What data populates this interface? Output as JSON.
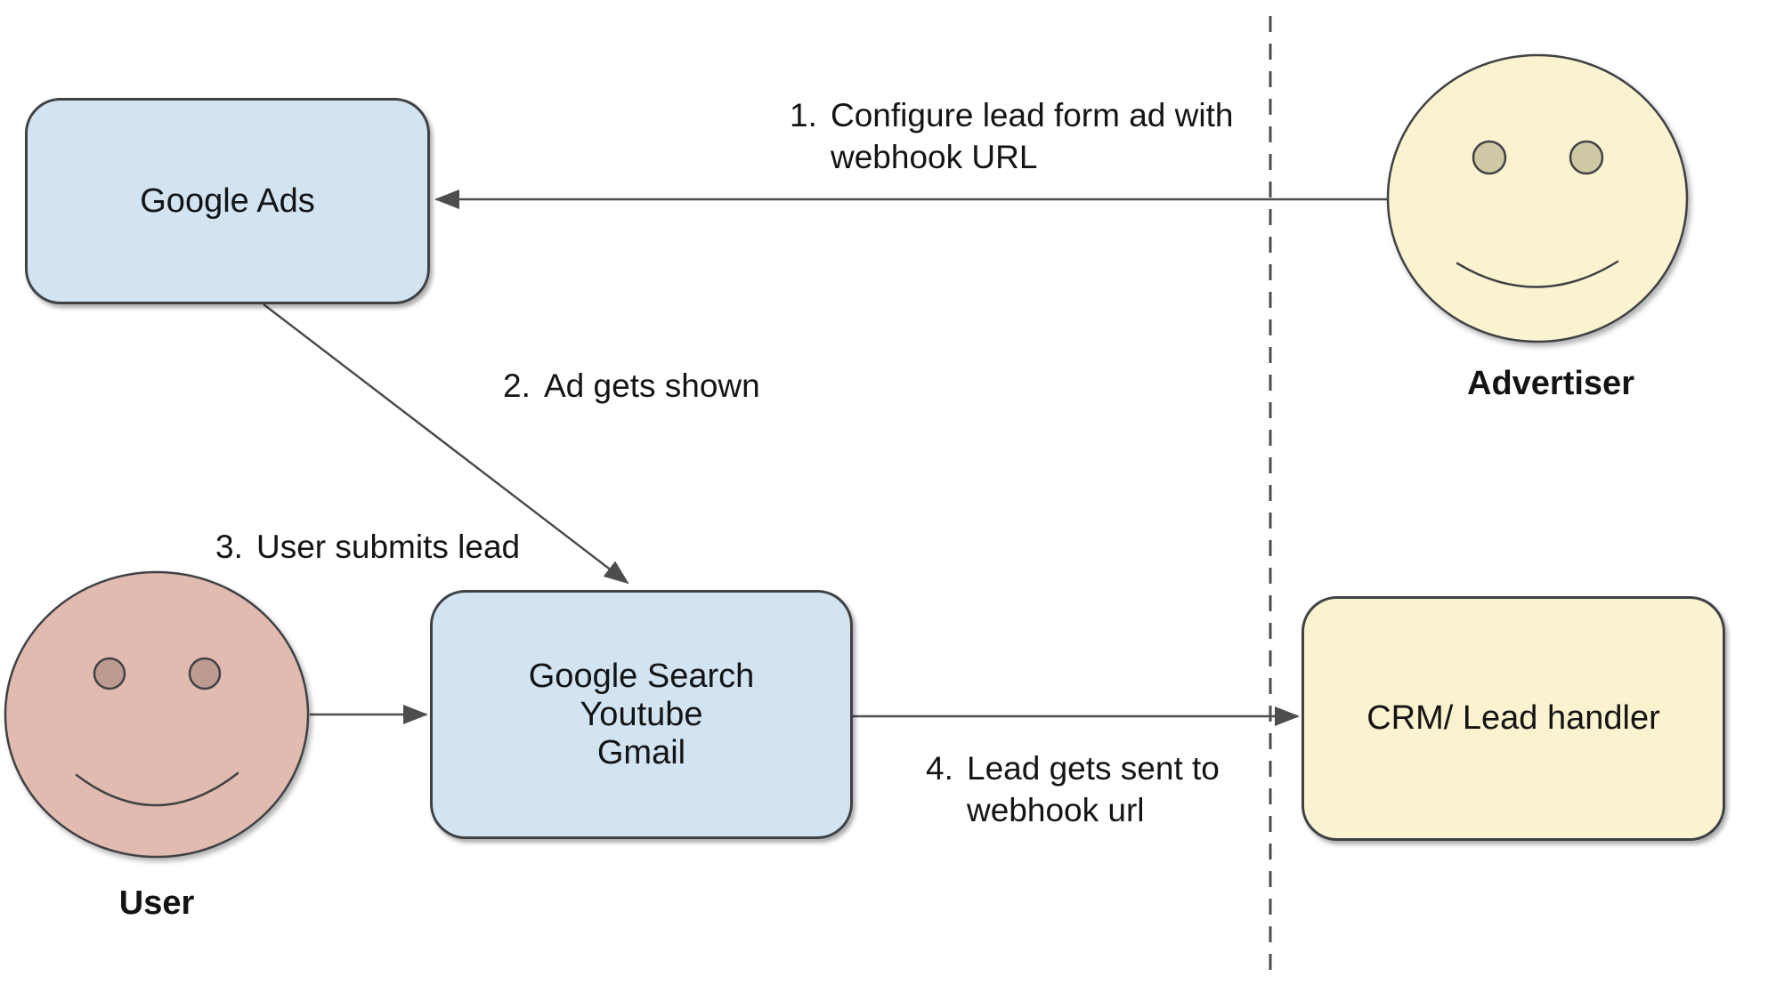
{
  "colors": {
    "box_blue": "#d2e3f1",
    "box_yellow": "#fbf2d0",
    "face_yellow": "#fbf2d0",
    "eye_yellow": "#cfc8a4",
    "face_pink": "#e1bab0",
    "eye_pink": "#bd9b90",
    "stroke": "#3f4245",
    "arrow": "#4d4d4d",
    "text": "#141414"
  },
  "nodes": {
    "google_ads": {
      "label": "Google Ads"
    },
    "platforms": {
      "lines": [
        "Google Search",
        "Youtube",
        "Gmail"
      ]
    },
    "crm": {
      "label": "CRM/ Lead handler"
    }
  },
  "actors": {
    "advertiser": {
      "label": "Advertiser"
    },
    "user": {
      "label": "User"
    }
  },
  "steps": [
    {
      "num": "1.",
      "line1": "Configure lead form ad with",
      "line2": "webhook URL"
    },
    {
      "num": "2.",
      "line1": "Ad gets shown",
      "line2": ""
    },
    {
      "num": "3.",
      "line1": "User submits lead",
      "line2": ""
    },
    {
      "num": "4.",
      "line1": "Lead gets sent to",
      "line2": "webhook url"
    }
  ]
}
